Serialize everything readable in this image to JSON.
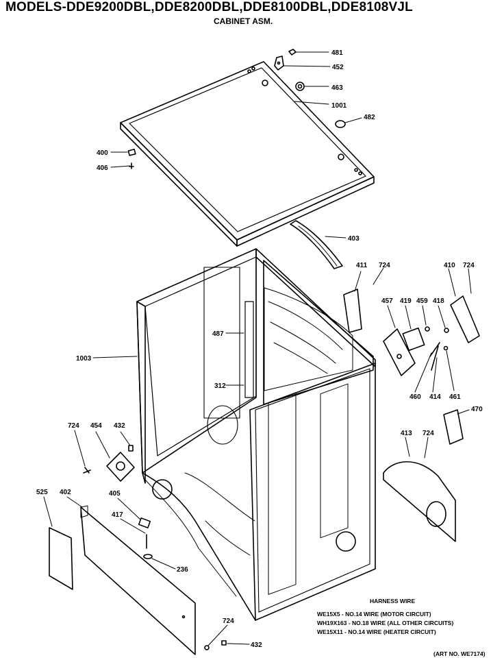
{
  "header": {
    "title": "MODELS-DDE9200DBL,DDE8200DBL,DDE8100DBL,DDE8108VJL",
    "subtitle": "CABINET ASM."
  },
  "parts": {
    "p481": "481",
    "p452": "452",
    "p463": "463",
    "p1001": "1001",
    "p482": "482",
    "p400": "400",
    "p406": "406",
    "p403": "403",
    "p411": "411",
    "p724a": "724",
    "p410": "410",
    "p724b": "724",
    "p457": "457",
    "p419": "419",
    "p459": "459",
    "p418": "418",
    "p487": "487",
    "p1003": "1003",
    "p312": "312",
    "p460": "460",
    "p414": "414",
    "p461": "461",
    "p470": "470",
    "p724c": "724",
    "p454": "454",
    "p432a": "432",
    "p413": "413",
    "p724d": "724",
    "p525": "525",
    "p402": "402",
    "p405": "405",
    "p417": "417",
    "p236": "236",
    "p724e": "724",
    "p432b": "432"
  },
  "harness": {
    "heading": "HARNESS WIRE",
    "line1": "WE15X5 - NO.14 WIRE (MOTOR CIRCUIT)",
    "line2": "WH19X163 - NO.18 WIRE (ALL OTHER CIRCUITS)",
    "line3": "WE15X11 - NO.14 WIRE (HEATER CIRCUIT)"
  },
  "art_no": "(ART NO. WE7174)"
}
